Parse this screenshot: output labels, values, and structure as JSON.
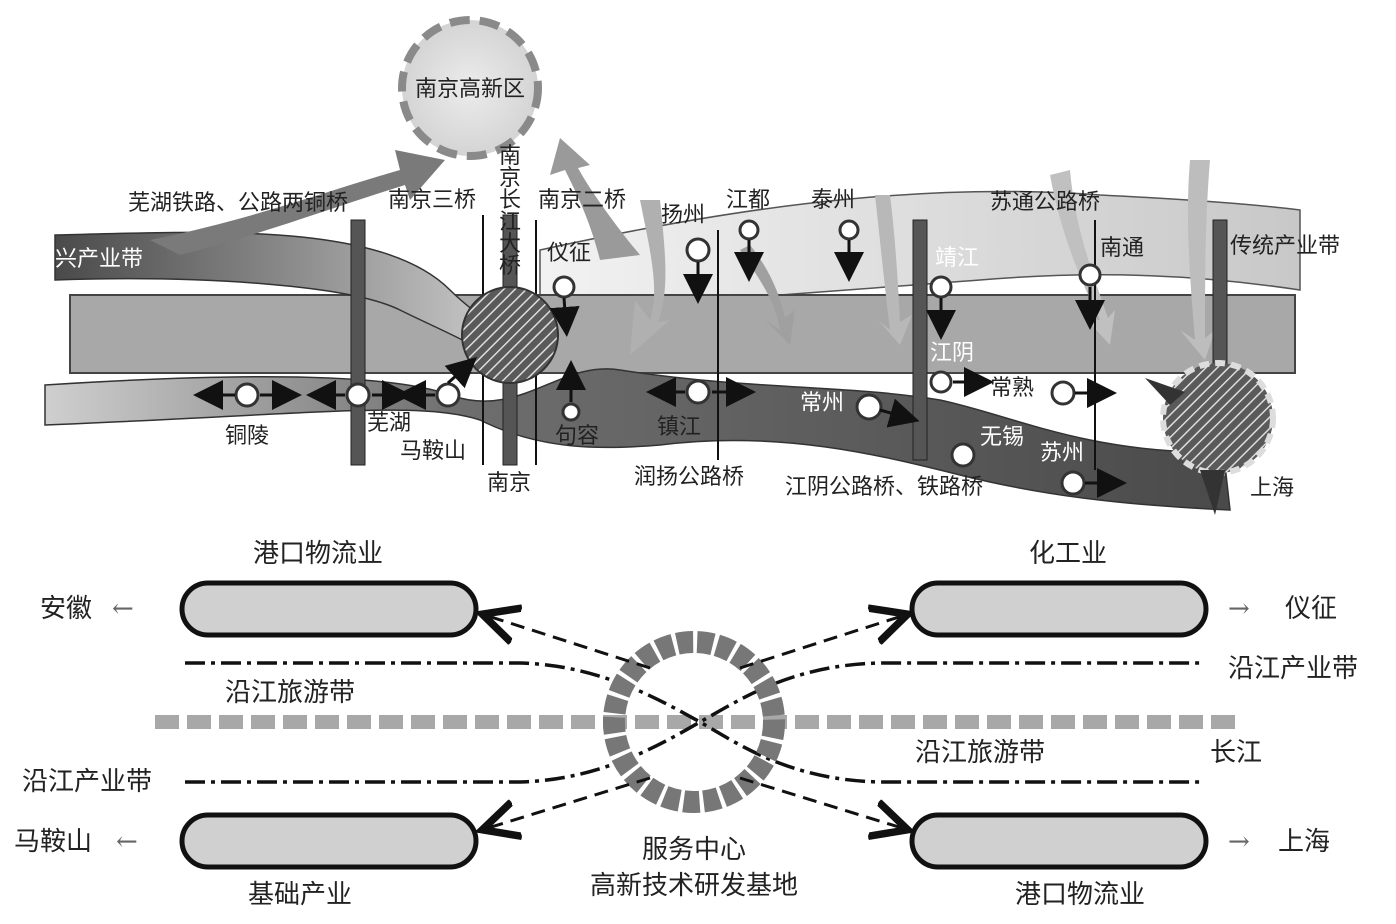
{
  "top_map": {
    "hub_label": "南京高新区",
    "bridges": {
      "wuhu": "芜湖铁路、公路两铜桥",
      "nanjing3": "南京三桥",
      "nanjing_yangtze": "南京长江大桥",
      "nanjing2": "南京二桥",
      "runyang": "润扬公路桥",
      "jiangyin": "江阴公路桥、铁路桥",
      "sutong": "苏通公路桥"
    },
    "belts": {
      "new_industry": "兴产业带",
      "traditional_industry": "传统产业带"
    },
    "cities": {
      "tongling": "铜陵",
      "wuhu": "芜湖",
      "maanshan": "马鞍山",
      "nanjing": "南京",
      "jurong": "句容",
      "zhenjiang": "镇江",
      "yizheng": "仪征",
      "yangzhou": "扬州",
      "jiangdu": "江都",
      "taizhou": "泰州",
      "jingjiang": "靖江",
      "jiangyin": "江阴",
      "changzhou": "常州",
      "changshu": "常熟",
      "wuxi": "无锡",
      "suzhou": "苏州",
      "nantong": "南通",
      "shanghai": "上海"
    }
  },
  "bottom_diagram": {
    "top_left_box": "港口物流业",
    "top_right_box": "化工业",
    "bottom_left_box": "基础产业",
    "bottom_right_box": "港口物流业",
    "left_top_dest": "安徽",
    "right_top_dest": "仪征",
    "left_bottom_dest": "马鞍山",
    "right_bottom_dest": "上海",
    "arrow_left": "←",
    "arrow_right": "→",
    "tourism_belt_upper": "沿江旅游带",
    "tourism_belt_lower": "沿江旅游带",
    "industry_belt_right": "沿江产业带",
    "industry_belt_left": "沿江产业带",
    "river": "长江",
    "center_line1": "服务中心",
    "center_line2": "高新技术研发基地"
  }
}
